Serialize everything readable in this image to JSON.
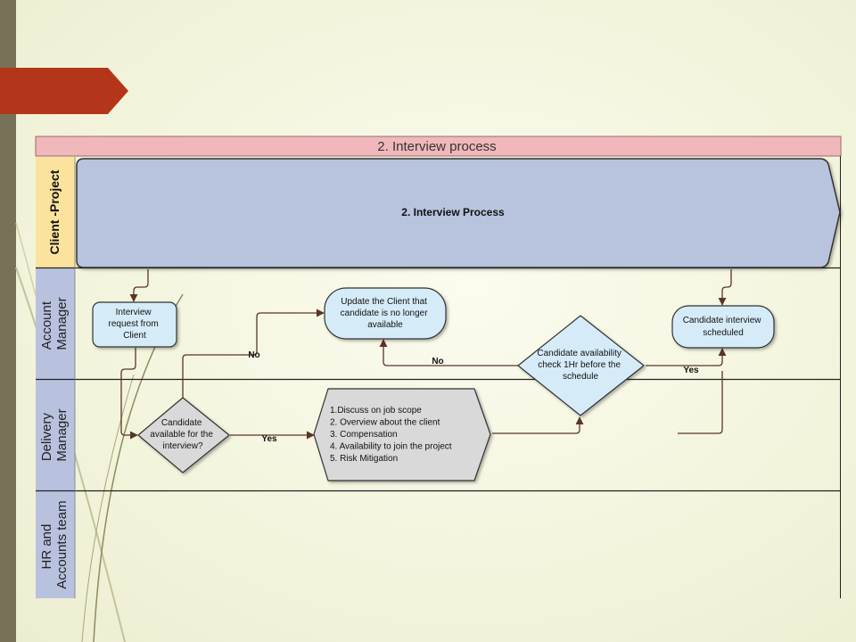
{
  "pool_title": "2. Interview process",
  "lanes": [
    {
      "id": "client",
      "label": "Client -Project"
    },
    {
      "id": "account",
      "label": "Account Manager",
      "lines": [
        "Account",
        "Manager"
      ]
    },
    {
      "id": "delivery",
      "label": "Delivery Manager",
      "lines": [
        "Delivery",
        "Manager"
      ]
    },
    {
      "id": "hr",
      "label": "HR and Accounts team",
      "lines": [
        "HR and",
        "Accounts team"
      ]
    }
  ],
  "nodes": {
    "interview_process": {
      "label": "2. Interview Process"
    },
    "interview_request": {
      "lines": [
        "Interview",
        "request from",
        "Client"
      ]
    },
    "update_client": {
      "lines": [
        "Update the Client that",
        "candidate is no longer",
        "available"
      ]
    },
    "candidate_scheduled": {
      "lines": [
        "Candidate interview",
        "scheduled"
      ]
    },
    "availability_check": {
      "lines": [
        "Candidate availability",
        "check 1Hr before the",
        "schedule"
      ]
    },
    "candidate_available": {
      "lines": [
        "Candidate",
        "available for the",
        "interview?"
      ]
    },
    "discussion": {
      "lines": [
        "1.Discuss on job  scope",
        "2.  Overview about the client",
        "3. Compensation",
        "4. Availability to join the project",
        "5. Risk Mitigation"
      ]
    }
  },
  "edge_labels": {
    "available_no": "No",
    "available_yes": "Yes",
    "check_no": "No",
    "check_yes": "Yes"
  },
  "colors": {
    "left_bar": "#777257",
    "arrow_tab": "#b3361b",
    "pool_header": "#f0b8bb",
    "lane_client": "#fbe39d",
    "lane_other": "#b8c2df",
    "process_shape": "#b8c3de",
    "node_blue": "#d5ecf8",
    "node_gray": "#d9d9d9"
  }
}
